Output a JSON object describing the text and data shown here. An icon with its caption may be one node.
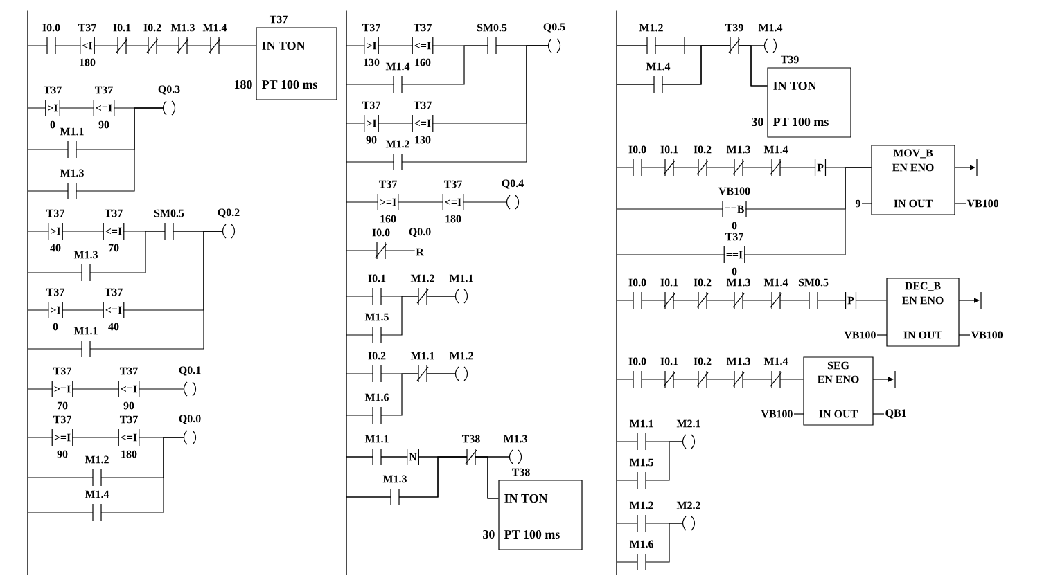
{
  "diagram": {
    "nodes": [
      {
        "text": [
          "T37",
          "IN TON",
          "PT 100 ms"
        ],
        "beside": [
          "180"
        ]
      },
      {
        "text": [
          "T38",
          "IN TON",
          "PT 100 ms"
        ],
        "beside": [
          "30"
        ]
      },
      {
        "text": [
          "T39",
          "IN TON",
          "PT 100 ms"
        ],
        "beside": [
          "30"
        ]
      },
      {
        "text": [
          "MOV_B",
          "EN ENO",
          "IN OUT"
        ],
        "beside": [
          "9",
          "VB100"
        ]
      },
      {
        "text": [
          "DEC_B",
          "EN ENO",
          "IN OUT"
        ],
        "beside": [
          "VB100",
          "VB100"
        ]
      },
      {
        "text": [
          "SEG",
          "EN ENO",
          "IN OUT"
        ],
        "beside": [
          "VB100",
          "QB1"
        ]
      },
      {
        "text": [],
        "shape": "bar"
      },
      {
        "text": [],
        "shape": "bar"
      },
      {
        "text": [],
        "shape": "bar"
      },
      {
        "text": [
          "Q0.3"
        ]
      },
      {
        "text": [
          "Q0.2"
        ]
      },
      {
        "text": [
          "Q0.1"
        ]
      },
      {
        "text": [
          "Q0.0"
        ]
      },
      {
        "text": [
          "Q0.5"
        ]
      },
      {
        "text": [
          "Q0.4"
        ]
      },
      {
        "text": [
          "Q0.0",
          "R"
        ]
      },
      {
        "text": [
          "M1.1"
        ]
      },
      {
        "text": [
          "M1.2"
        ]
      },
      {
        "text": [
          "M1.3"
        ]
      },
      {
        "text": [
          "M1.4"
        ]
      },
      {
        "text": [
          "M2.1"
        ]
      },
      {
        "text": [
          "M2.2"
        ]
      }
    ],
    "edges": [
      {
        "from": 6,
        "to": 0,
        "arrow": "none"
      },
      {
        "from": 7,
        "to": 1,
        "arrow": "none"
      },
      {
        "from": 8,
        "to": 2,
        "arrow": "none"
      },
      {
        "from": 8,
        "to": 3,
        "arrow": "none"
      },
      {
        "from": 8,
        "to": 4,
        "arrow": "none"
      },
      {
        "from": 8,
        "to": 5,
        "arrow": "none"
      },
      {
        "from": 6,
        "to": 9,
        "arrow": "none"
      },
      {
        "from": 6,
        "to": 10,
        "arrow": "none"
      },
      {
        "from": 6,
        "to": 11,
        "arrow": "none"
      },
      {
        "from": 6,
        "to": 12,
        "arrow": "none"
      },
      {
        "from": 7,
        "to": 13,
        "arrow": "none"
      },
      {
        "from": 7,
        "to": 14,
        "arrow": "none"
      },
      {
        "from": 7,
        "to": 15,
        "arrow": "none"
      },
      {
        "from": 7,
        "to": 16,
        "arrow": "none"
      },
      {
        "from": 7,
        "to": 17,
        "arrow": "none"
      },
      {
        "from": 7,
        "to": 18,
        "arrow": "none"
      },
      {
        "from": 8,
        "to": 19,
        "arrow": "none"
      },
      {
        "from": 8,
        "to": 20,
        "arrow": "none"
      },
      {
        "from": 8,
        "to": 21,
        "arrow": "none"
      },
      {
        "from": 6,
        "to": 9,
        "arrow": "none"
      },
      {
        "from": 6,
        "to": 9,
        "arrow": "none"
      },
      {
        "from": 6,
        "to": 10,
        "arrow": "none"
      },
      {
        "from": 6,
        "to": 10,
        "arrow": "none"
      },
      {
        "from": 6,
        "to": 10,
        "arrow": "none"
      },
      {
        "from": 6,
        "to": 12,
        "arrow": "none"
      },
      {
        "from": 6,
        "to": 12,
        "arrow": "none"
      },
      {
        "from": 7,
        "to": 13,
        "arrow": "none"
      },
      {
        "from": 7,
        "to": 13,
        "arrow": "none"
      },
      {
        "from": 7,
        "to": 13,
        "arrow": "none"
      },
      {
        "from": 7,
        "to": 16,
        "arrow": "none"
      },
      {
        "from": 7,
        "to": 17,
        "arrow": "none"
      },
      {
        "from": 7,
        "to": 18,
        "arrow": "none"
      },
      {
        "from": 7,
        "to": 1,
        "arrow": "none"
      },
      {
        "from": 8,
        "to": 19,
        "arrow": "none"
      },
      {
        "from": 8,
        "to": 2,
        "arrow": "none"
      },
      {
        "from": 8,
        "to": 3,
        "arrow": "none"
      },
      {
        "from": 8,
        "to": 3,
        "arrow": "none"
      },
      {
        "from": 8,
        "to": 20,
        "arrow": "none"
      },
      {
        "from": 8,
        "to": 21,
        "arrow": "none"
      }
    ],
    "labels": [
      "I0.0",
      "T37",
      "<I",
      "180",
      "I0.1",
      "I0.2",
      "M1.3",
      "M1.4",
      "T37",
      ">I",
      "0",
      "T37",
      "<=I",
      "90",
      "M1.1",
      "M1.3",
      "T37",
      ">I",
      "40",
      "T37",
      "<=I",
      "70",
      "SM0.5",
      "M1.3",
      "T37",
      ">I",
      "0",
      "T37",
      "<=I",
      "40",
      "M1.1",
      "T37",
      ">=I",
      "70",
      "T37",
      "<=I",
      "90",
      "T37",
      ">=I",
      "90",
      "T37",
      "<=I",
      "180",
      "M1.2",
      "M1.4",
      "T37",
      ">I",
      "130",
      "T37",
      "<=I",
      "160",
      "SM0.5",
      "M1.4",
      "T37",
      ">I",
      "90",
      "T37",
      "<=I",
      "130",
      "M1.2",
      "T37",
      ">=I",
      "160",
      "T37",
      "<=I",
      "180",
      "I0.0",
      "I0.1",
      "M1.2",
      "M1.5",
      "I0.2",
      "M1.1",
      "M1.6",
      "M1.1",
      "N",
      "T38",
      "M1.3",
      "M1.2",
      "T39",
      "M1.4",
      "I0.0",
      "I0.1",
      "I0.2",
      "M1.3",
      "M1.4",
      "P",
      "VB100",
      "==B",
      "0",
      "T37",
      "==I",
      "0",
      "I0.0",
      "I0.1",
      "I0.2",
      "M1.3",
      "M1.4",
      "SM0.5",
      "P",
      "I0.0",
      "I0.1",
      "I0.2",
      "M1.3",
      "M1.4",
      "M1.1",
      "M1.5",
      "M1.2",
      "M1.6"
    ]
  }
}
